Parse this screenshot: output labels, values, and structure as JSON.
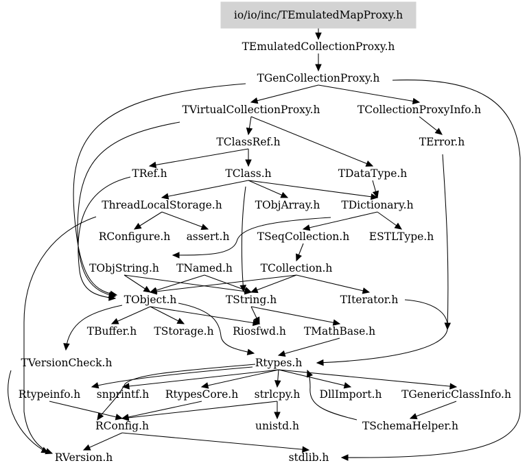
{
  "graph": {
    "root": "io/io/inc/TEmulatedMapProxy.h",
    "nodes": {
      "root": "io/io/inc/TEmulatedMapProxy.h",
      "temulatedcollectionproxy": "TEmulatedCollectionProxy.h",
      "tgencollectionproxy": "TGenCollectionProxy.h",
      "tvirtualcollectionproxy": "TVirtualCollectionProxy.h",
      "tcollectionproxyinfo": "TCollectionProxyInfo.h",
      "tclassref": "TClassRef.h",
      "terror": "TError.h",
      "tref": "TRef.h",
      "tclass": "TClass.h",
      "tdatatype": "TDataType.h",
      "threadlocalstorage": "ThreadLocalStorage.h",
      "tobjarray": "TObjArray.h",
      "tdictionary": "TDictionary.h",
      "rconfigure": "RConfigure.h",
      "assert": "assert.h",
      "tseqcollection": "TSeqCollection.h",
      "estltype": "ESTLType.h",
      "tobjstring": "TObjString.h",
      "tnamed": "TNamed.h",
      "tcollection": "TCollection.h",
      "tobject": "TObject.h",
      "tstring": "TString.h",
      "titerator": "TIterator.h",
      "tbuffer": "TBuffer.h",
      "tstorage": "TStorage.h",
      "riosfwd": "Riosfwd.h",
      "tmathbase": "TMathBase.h",
      "tversioncheck": "TVersionCheck.h",
      "rtypes": "Rtypes.h",
      "rtypeinfo": "Rtypeinfo.h",
      "snprintf": "snprintf.h",
      "rtypescore": "RtypesCore.h",
      "strlcpy": "strlcpy.h",
      "dllimport": "DllImport.h",
      "tgenericclassinfo": "TGenericClassInfo.h",
      "rconfig": "RConfig.h",
      "unistd": "unistd.h",
      "tschemahelper": "TSchemaHelper.h",
      "rversion": "RVersion.h",
      "stdlib": "stdlib.h"
    },
    "edges": [
      [
        "root",
        "temulatedcollectionproxy"
      ],
      [
        "temulatedcollectionproxy",
        "tgencollectionproxy"
      ],
      [
        "tgencollectionproxy",
        "tvirtualcollectionproxy"
      ],
      [
        "tgencollectionproxy",
        "tcollectionproxyinfo"
      ],
      [
        "tgencollectionproxy",
        "tobject"
      ],
      [
        "tgencollectionproxy",
        "stdlib"
      ],
      [
        "tvirtualcollectionproxy",
        "tclassref"
      ],
      [
        "tvirtualcollectionproxy",
        "tdatatype"
      ],
      [
        "tvirtualcollectionproxy",
        "tobject"
      ],
      [
        "tcollectionproxyinfo",
        "terror"
      ],
      [
        "tclassref",
        "tref"
      ],
      [
        "tclassref",
        "tclass"
      ],
      [
        "tref",
        "tobject"
      ],
      [
        "tclass",
        "threadlocalstorage"
      ],
      [
        "tclass",
        "tobjarray"
      ],
      [
        "tclass",
        "tdictionary"
      ],
      [
        "tclass",
        "tstring"
      ],
      [
        "tdatatype",
        "tdictionary"
      ],
      [
        "threadlocalstorage",
        "rconfigure"
      ],
      [
        "threadlocalstorage",
        "assert"
      ],
      [
        "threadlocalstorage",
        "rversion"
      ],
      [
        "tdictionary",
        "tseqcollection"
      ],
      [
        "tdictionary",
        "estltype"
      ],
      [
        "tdictionary",
        "tobjstring"
      ],
      [
        "tseqcollection",
        "tcollection"
      ],
      [
        "tobjstring",
        "tobject"
      ],
      [
        "tobjstring",
        "tstring"
      ],
      [
        "tnamed",
        "tobject"
      ],
      [
        "tnamed",
        "tstring"
      ],
      [
        "tcollection",
        "tobject"
      ],
      [
        "tcollection",
        "tstring"
      ],
      [
        "tcollection",
        "titerator"
      ],
      [
        "tobject",
        "tbuffer"
      ],
      [
        "tobject",
        "tstorage"
      ],
      [
        "tobject",
        "riosfwd"
      ],
      [
        "tobject",
        "rtypes"
      ],
      [
        "tobject",
        "tversioncheck"
      ],
      [
        "tstring",
        "riosfwd"
      ],
      [
        "tstring",
        "tmathbase"
      ],
      [
        "tmathbase",
        "rtypes"
      ],
      [
        "titerator",
        "rtypes"
      ],
      [
        "terror",
        "rtypes"
      ],
      [
        "tversioncheck",
        "rversion"
      ],
      [
        "rtypes",
        "rtypeinfo"
      ],
      [
        "rtypes",
        "snprintf"
      ],
      [
        "rtypes",
        "rtypescore"
      ],
      [
        "rtypes",
        "strlcpy"
      ],
      [
        "rtypes",
        "dllimport"
      ],
      [
        "rtypes",
        "tgenericclassinfo"
      ],
      [
        "rtypes",
        "rconfig"
      ],
      [
        "rtypeinfo",
        "rconfig"
      ],
      [
        "rtypescore",
        "rconfig"
      ],
      [
        "strlcpy",
        "unistd"
      ],
      [
        "strlcpy",
        "rconfig"
      ],
      [
        "tgenericclassinfo",
        "tschemahelper"
      ],
      [
        "tschemahelper",
        "rtypes"
      ],
      [
        "rconfig",
        "rversion"
      ],
      [
        "rconfig",
        "stdlib"
      ]
    ]
  }
}
